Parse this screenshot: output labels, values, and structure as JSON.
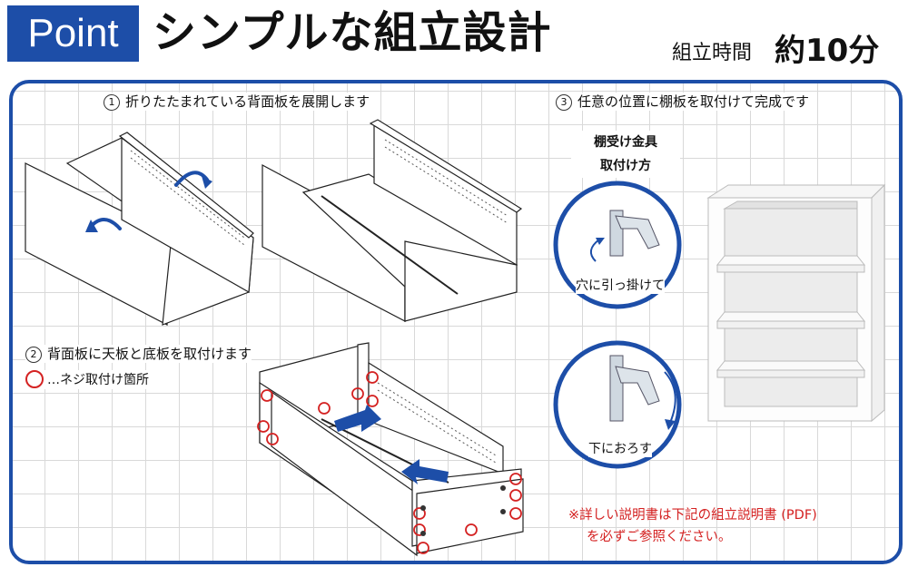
{
  "header": {
    "badge": "Point",
    "title": "シンプルな組立設計",
    "time_label": "組立時間",
    "time_value": "約10分"
  },
  "steps": {
    "step1": {
      "num": "1",
      "text": "折りたたまれている背面板を展開します"
    },
    "step2": {
      "num": "2",
      "text": "背面板に天板と底板を取付けます"
    },
    "step3": {
      "num": "3",
      "text": "任意の位置に棚板を取付けて完成です"
    }
  },
  "legend": {
    "text": "…ネジ取付け箇所"
  },
  "bracket": {
    "title_line1": "棚受け金具",
    "title_line2": "取付け方",
    "circle1_label": "穴に引っ掛けて",
    "circle2_label": "下におろす"
  },
  "note": {
    "line1": "※詳しい説明書は下記の組立説明書 (PDF)",
    "line2": "を必ずご参照ください。"
  },
  "colors": {
    "brand_blue": "#1d4ea8",
    "screw_red": "#d42222"
  }
}
